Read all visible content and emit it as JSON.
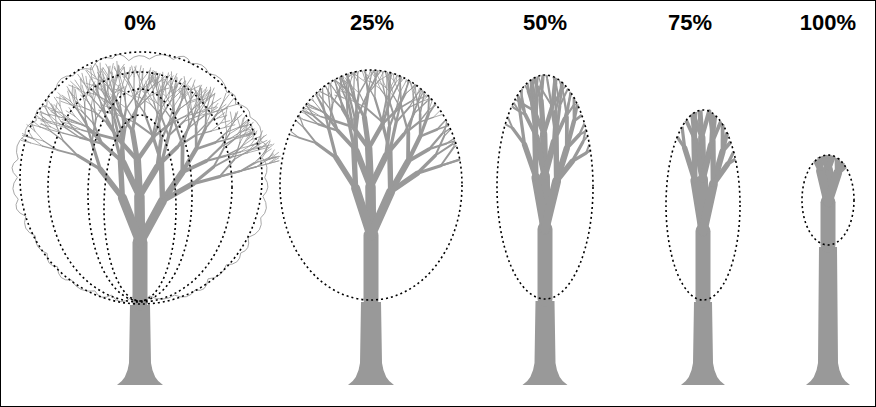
{
  "diagram": {
    "labels": [
      "0%",
      "25%",
      "50%",
      "75%",
      "100%"
    ]
  }
}
